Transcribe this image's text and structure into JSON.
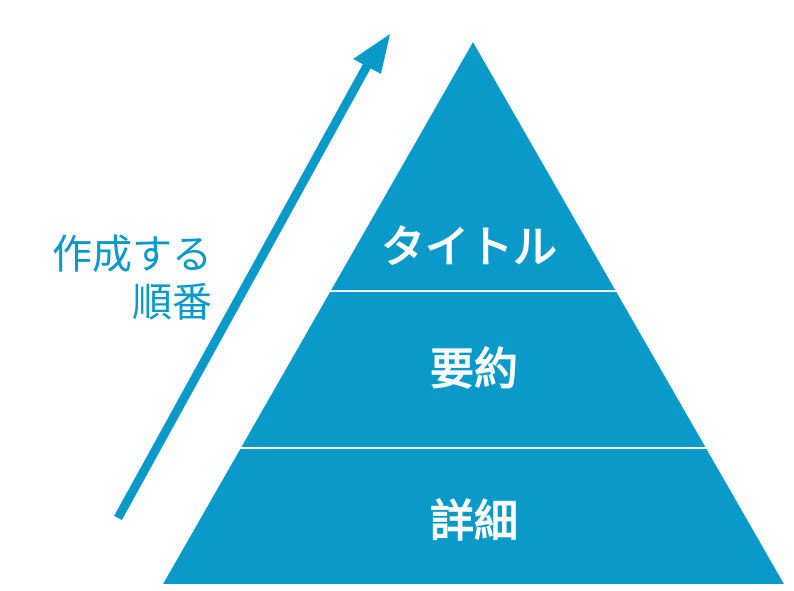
{
  "colors": {
    "pyramid_fill": "#0a9ac9",
    "divider": "#ffffff",
    "arrow": "#0a9ac9",
    "side_text": "#0a9ac9",
    "tier_text": "#ffffff"
  },
  "pyramid": {
    "tiers": [
      {
        "label": "タイトル"
      },
      {
        "label": "要約"
      },
      {
        "label": "詳細"
      }
    ]
  },
  "side_label": {
    "line1": "作成する",
    "line2": "順番"
  }
}
